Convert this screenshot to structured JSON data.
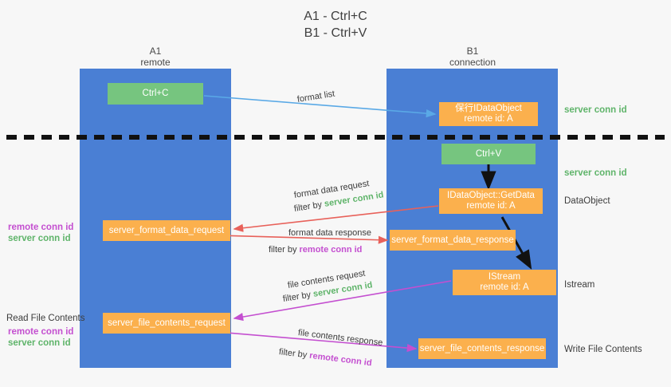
{
  "title": {
    "line1": "A1 - Ctrl+C",
    "line2": "B1 - Ctrl+V"
  },
  "colors": {
    "lane": "#4a7fd4",
    "green_box": "#76c57f",
    "orange_box": "#fbb04d",
    "server_conn_id": "#5fb46a",
    "remote_conn_id": "#c44fd0",
    "arrow_blue": "#5aa9e6",
    "arrow_red": "#e8615a",
    "arrow_magenta": "#c44fd0",
    "arrow_black": "#111111",
    "divider": "#111111",
    "background": "#f7f7f7"
  },
  "lanes": [
    {
      "id": "a1",
      "name": "A1",
      "sub": "remote"
    },
    {
      "id": "b1",
      "name": "B1",
      "sub": "connection"
    }
  ],
  "nodes": {
    "ctrl_c": {
      "line1": "Ctrl+C",
      "line2": ""
    },
    "ctrl_v": {
      "line1": "Ctrl+V",
      "line2": ""
    },
    "dataobject_top": {
      "line1": "保行IDataObject",
      "line2": "remote id: A"
    },
    "getdata": {
      "line1": "IDataObject::GetData",
      "line2": "remote id: A"
    },
    "istream": {
      "line1": "IStream",
      "line2": "remote id: A"
    },
    "server_format_data_request": {
      "line1": "server_format_data_request",
      "line2": ""
    },
    "server_format_data_response": {
      "line1": "server_format_data_response",
      "line2": ""
    },
    "server_file_contents_request": {
      "line1": "server_file_contents_request",
      "line2": ""
    },
    "server_file_contents_response": {
      "line1": "server_file_contents_response",
      "line2": ""
    }
  },
  "right_labels": {
    "server_conn_id_1": "server conn id",
    "server_conn_id_2": "server conn id",
    "dataobject": "DataObject",
    "istream": "Istream",
    "write_file_contents": "Write File Contents"
  },
  "left_labels": {
    "mid_remote_conn_id": "remote conn id",
    "mid_server_conn_id": "server conn id",
    "read_file_contents": "Read File Contents",
    "bottom_remote_conn_id": "remote conn id",
    "bottom_server_conn_id": "server conn id"
  },
  "captions": {
    "format_list": "format list",
    "format_data_request": "format data request",
    "format_data_filter_prefix": "filter by",
    "format_data_filter_value": "server conn id",
    "format_data_response": "format data response",
    "format_data_response_filter_prefix": "filter by",
    "format_data_response_filter_value": "remote conn id",
    "file_contents_request": "file contents request",
    "file_contents_filter_prefix": "filter by",
    "file_contents_filter_value": "server conn id",
    "file_contents_response": "file contents response",
    "file_contents_response_filter_prefix": "filter by",
    "file_contents_response_filter_value": "remote conn id"
  }
}
